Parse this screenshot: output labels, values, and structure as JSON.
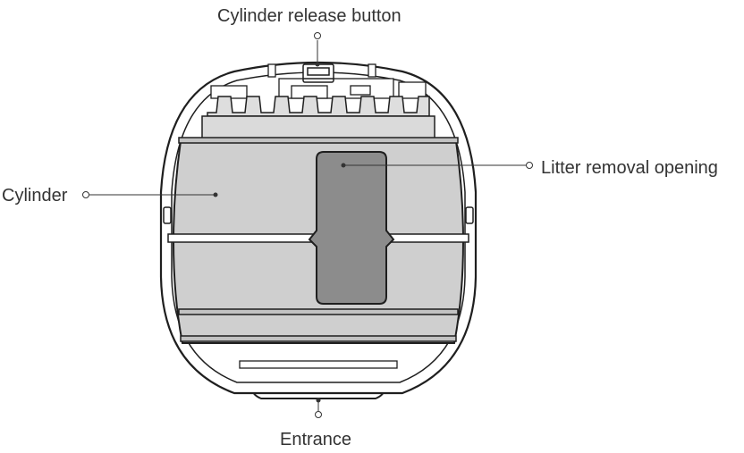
{
  "labels": {
    "release_button": "Cylinder release button",
    "cylinder": "Cylinder",
    "litter_opening": "Litter removal opening",
    "entrance": "Entrance"
  },
  "colors": {
    "outline": "#1f1f1f",
    "cylinder_fill": "#cfcfcf",
    "opening_fill": "#8c8c8c",
    "housing_fill": "#ffffff",
    "text": "#333333"
  }
}
